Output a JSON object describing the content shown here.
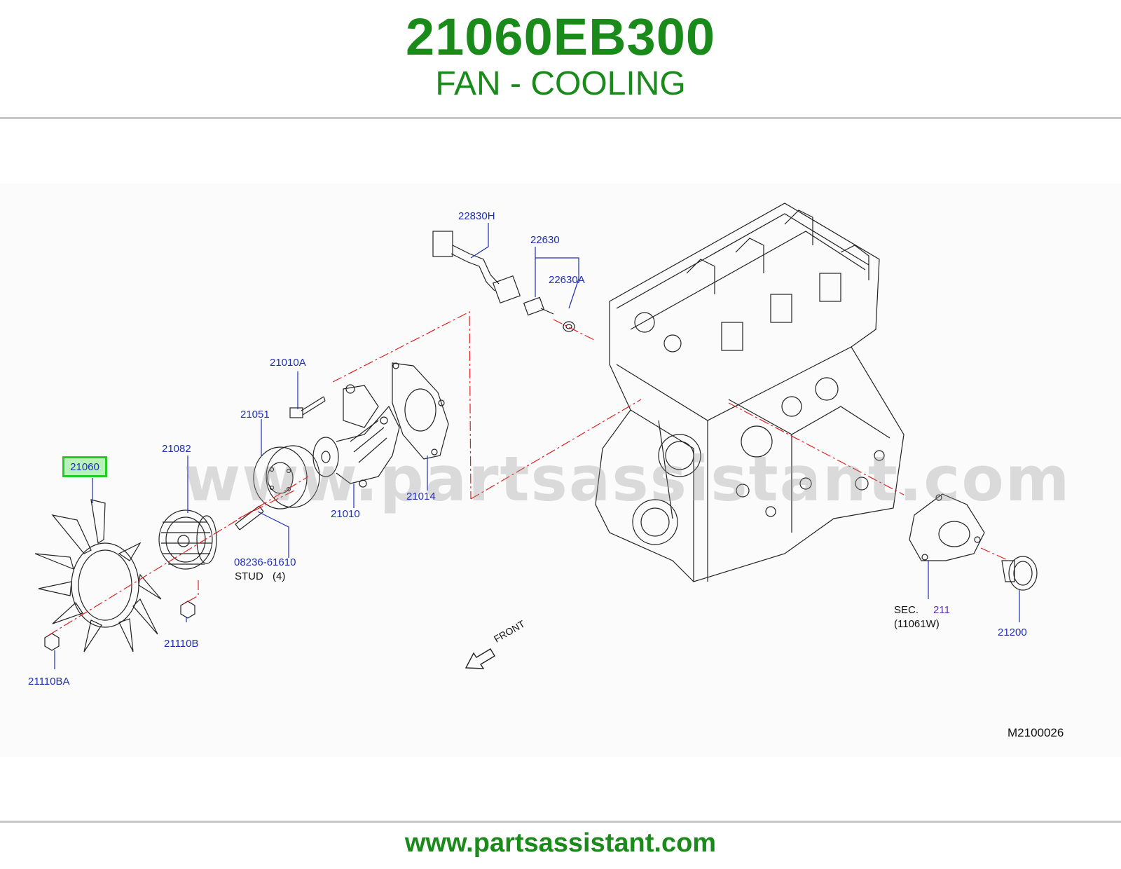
{
  "header": {
    "part_number": "21060EB300",
    "part_name": "FAN - COOLING"
  },
  "watermark": "www.partsassistant.com",
  "footer": {
    "url": "www.partsassistant.com"
  },
  "diagram": {
    "code": "M2100026",
    "front_label": "FRONT",
    "highlighted_part": "21060",
    "labels": {
      "p22830H": "22830H",
      "p22630": "22630",
      "p22630A": "22630A",
      "p21010A": "21010A",
      "p21051": "21051",
      "p21082": "21082",
      "p21060": "21060",
      "p21014": "21014",
      "p21010": "21010",
      "p08236": "08236-61610",
      "stud": "STUD",
      "stud_qty": "(4)",
      "p21110B": "21110B",
      "p21110BA": "21110BA",
      "sec": "SEC.",
      "sec_num": "211",
      "sec_ref": "(11061W)",
      "p21200": "21200"
    }
  },
  "colors": {
    "brand_green": "#1a8a1a",
    "label_blue": "#1e2fb4",
    "highlight": "#22cc22",
    "leader_red": "#e02020"
  }
}
